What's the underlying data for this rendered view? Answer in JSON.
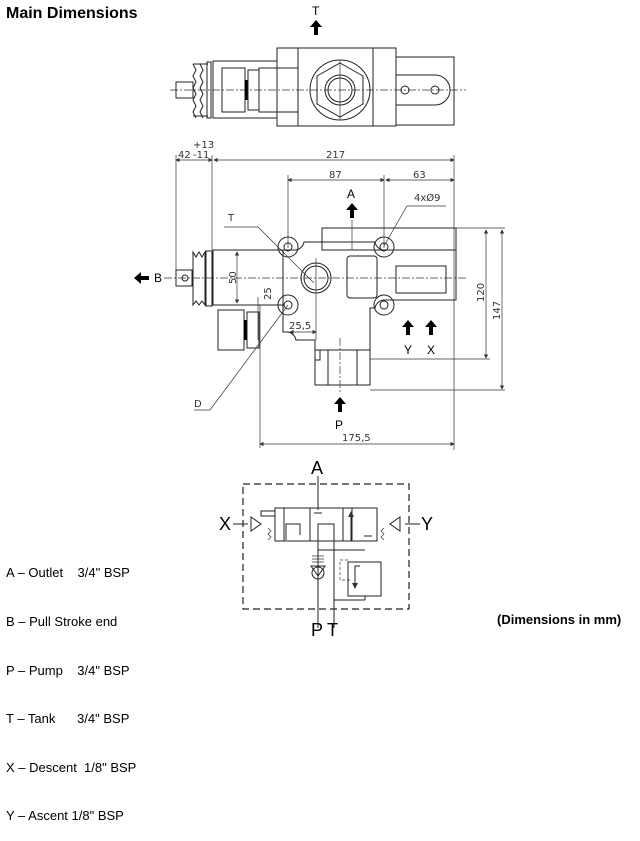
{
  "title": "Main Dimensions",
  "units_note": "(Dimensions in mm)",
  "legend": [
    {
      "port": "A",
      "text": "A – Outlet    3/4\" BSP"
    },
    {
      "port": "B",
      "text": "B – Pull Stroke end"
    },
    {
      "port": "P",
      "text": "P – Pump    3/4\" BSP"
    },
    {
      "port": "T",
      "text": "T – Tank      3/4\" BSP"
    },
    {
      "port": "X",
      "text": "X – Descent  1/8\" BSP"
    },
    {
      "port": "Y",
      "text": "Y – Ascent 1/8\" BSP"
    }
  ],
  "top_view": {
    "port_label": "T"
  },
  "front_view": {
    "ports": {
      "A": "A",
      "B": "B",
      "P": "P",
      "T": "T",
      "X": "X",
      "Y": "Y",
      "D": "D"
    },
    "dimensions": {
      "overall_length": "217",
      "stroke": "42",
      "stroke_tol_plus": "+13",
      "stroke_tol_minus": "-11",
      "hole_spacing_x": "87",
      "right_offset": "63",
      "holes": "4xØ9",
      "body_height": "50",
      "half_height": "25",
      "port_offset": "25,5",
      "height_120": "120",
      "height_147": "147",
      "base_length": "175,5"
    }
  },
  "schematic": {
    "ports": {
      "A": "A",
      "P": "P",
      "T": "T",
      "X": "X",
      "Y": "Y"
    }
  }
}
